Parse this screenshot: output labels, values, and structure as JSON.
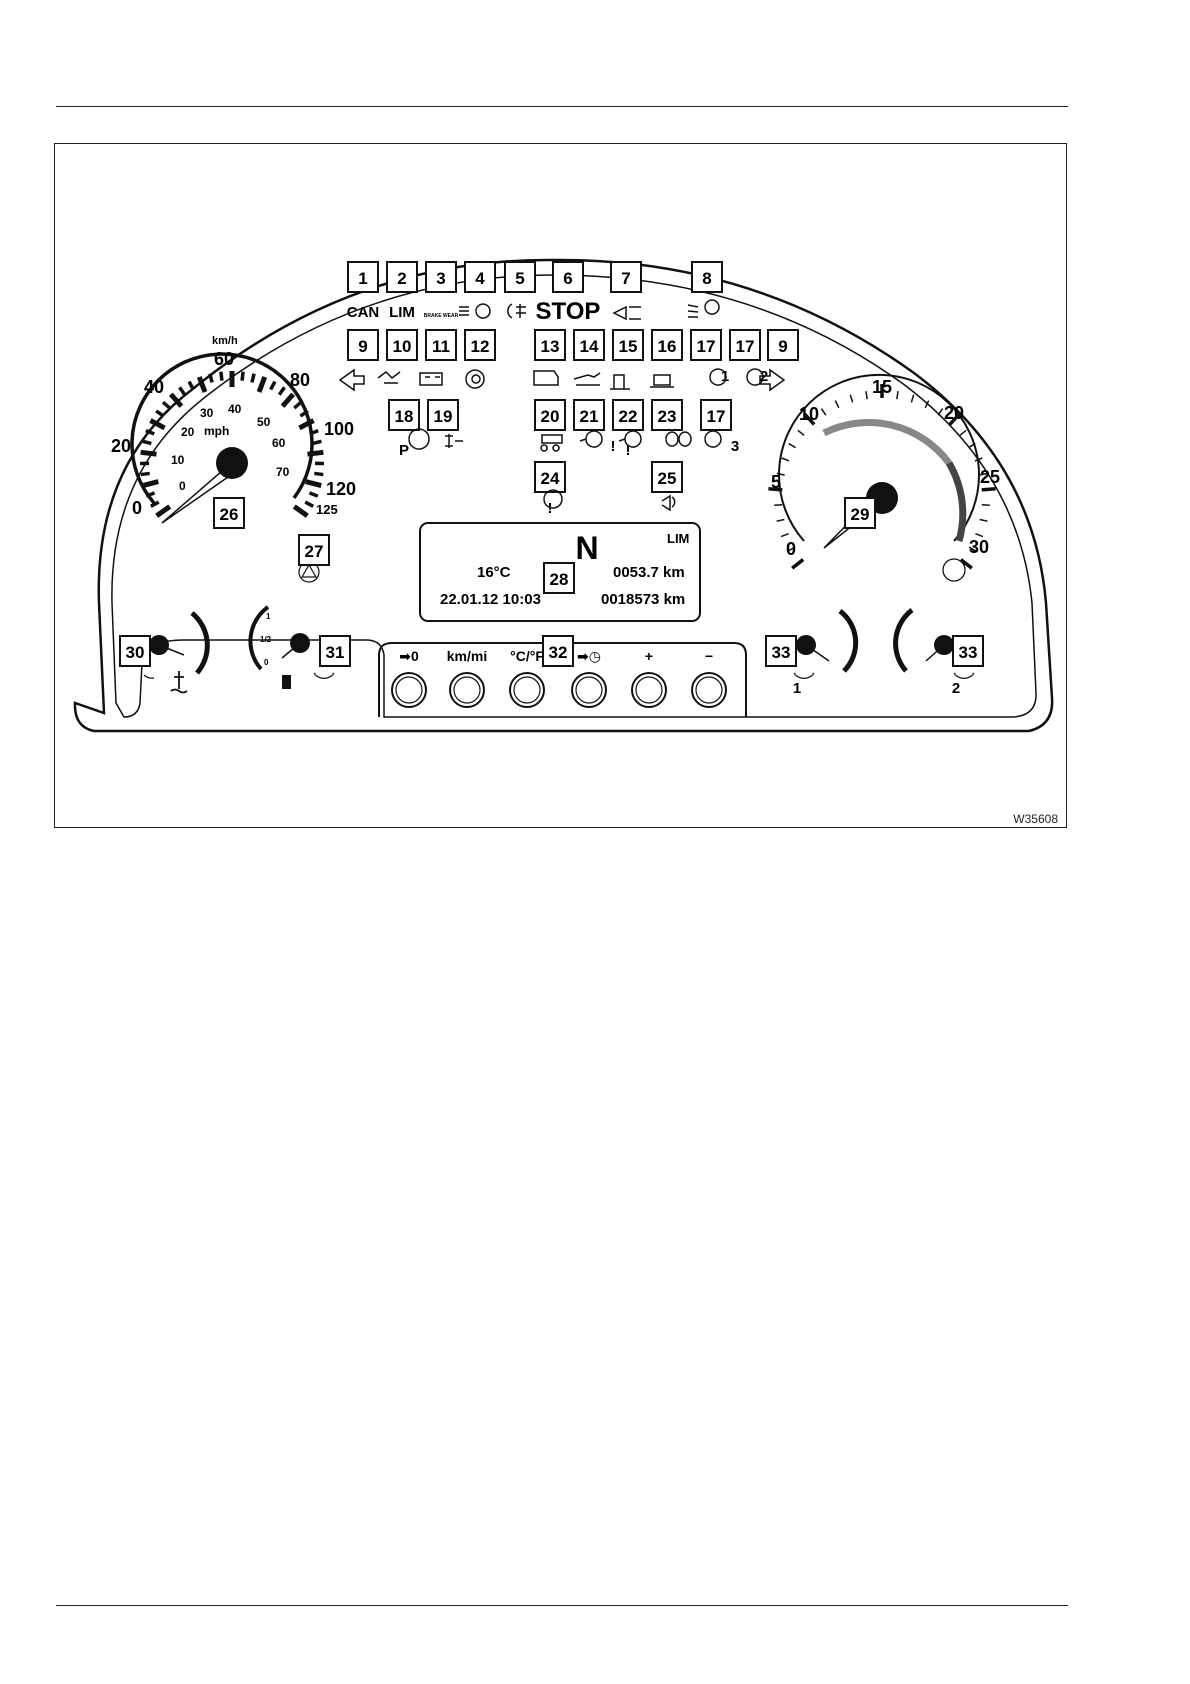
{
  "figure_id": "W35608",
  "callouts": [
    {
      "num": "1",
      "label": "CAN"
    },
    {
      "num": "2",
      "label": "LIM"
    },
    {
      "num": "3",
      "label": "BRAKE WEAR"
    },
    {
      "num": "4",
      "label": ""
    },
    {
      "num": "5",
      "label": ""
    },
    {
      "num": "6",
      "label": "STOP"
    },
    {
      "num": "7",
      "label": ""
    },
    {
      "num": "8",
      "label": ""
    },
    {
      "num": "9",
      "label": ""
    },
    {
      "num": "10",
      "label": ""
    },
    {
      "num": "11",
      "label": ""
    },
    {
      "num": "12",
      "label": ""
    },
    {
      "num": "13",
      "label": ""
    },
    {
      "num": "14",
      "label": ""
    },
    {
      "num": "15",
      "label": ""
    },
    {
      "num": "16",
      "label": ""
    },
    {
      "num": "17",
      "label": "1"
    },
    {
      "num": "17",
      "label": "2"
    },
    {
      "num": "9",
      "label": ""
    },
    {
      "num": "18",
      "label": "P"
    },
    {
      "num": "19",
      "label": ""
    },
    {
      "num": "20",
      "label": ""
    },
    {
      "num": "21",
      "label": "!"
    },
    {
      "num": "22",
      "label": "!"
    },
    {
      "num": "23",
      "label": ""
    },
    {
      "num": "17",
      "label": "3"
    },
    {
      "num": "24",
      "label": "!"
    },
    {
      "num": "25",
      "label": ""
    },
    {
      "num": "26",
      "label": ""
    },
    {
      "num": "27",
      "label": ""
    },
    {
      "num": "28",
      "label": ""
    },
    {
      "num": "29",
      "label": ""
    },
    {
      "num": "30",
      "label": ""
    },
    {
      "num": "31",
      "label": ""
    },
    {
      "num": "32",
      "label": ""
    },
    {
      "num": "33",
      "label": "1"
    },
    {
      "num": "33",
      "label": "2"
    }
  ],
  "speedometer": {
    "kmh_unit": "km/h",
    "mph_unit": "mph",
    "kmh_ticks": [
      "0",
      "20",
      "40",
      "60",
      "80",
      "100",
      "120"
    ],
    "mph_ticks": [
      "0",
      "10",
      "20",
      "30",
      "40",
      "50",
      "60",
      "70"
    ],
    "extra_tick": "125"
  },
  "tachometer": {
    "ticks": [
      "0",
      "5",
      "10",
      "15",
      "20",
      "25",
      "30"
    ]
  },
  "display": {
    "gear": "N",
    "lim": "LIM",
    "temperature": "16°C",
    "trip": "0053.7 km",
    "date_time": "22.01.12  10:03",
    "odometer": "0018573 km"
  },
  "fuel_gauge": {
    "ticks": [
      "1",
      "1/2",
      "0"
    ]
  },
  "buttons": [
    "➡0",
    "km/mi",
    "°C/°F",
    "➡◷",
    "+",
    "−"
  ]
}
